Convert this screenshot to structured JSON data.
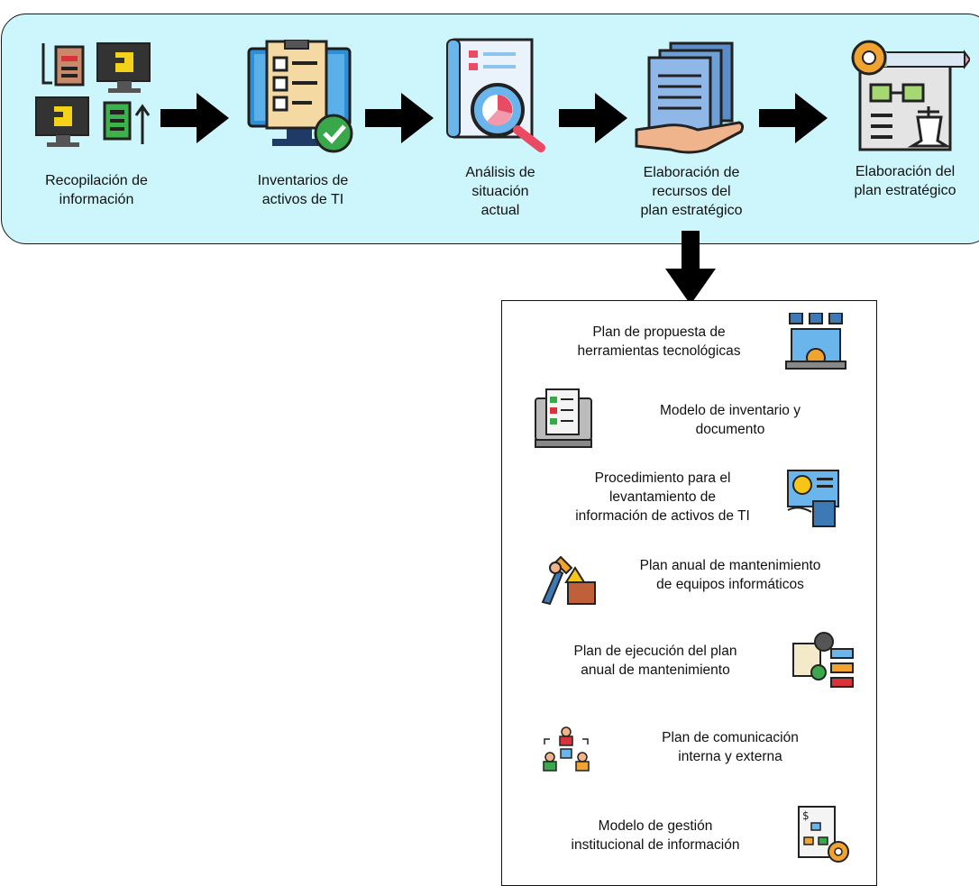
{
  "steps": [
    {
      "label_l1": "Recopilación de",
      "label_l2": "información",
      "icon": "computers-sync-icon"
    },
    {
      "label_l1": "Inventarios de",
      "label_l2": "activos de TI",
      "icon": "checklist-monitor-icon"
    },
    {
      "label_l1": "Análisis de",
      "label_l2": "situación",
      "label_l3": "actual",
      "icon": "report-magnifier-icon"
    },
    {
      "label_l1": "Elaboración de",
      "label_l2": "recursos del",
      "label_l3": "plan estratégico",
      "icon": "documents-hand-icon"
    },
    {
      "label_l1": "Elaboración del",
      "label_l2": "plan estratégico",
      "icon": "strategy-board-icon"
    }
  ],
  "resources": [
    {
      "l1": "Plan de propuesta de",
      "l2": "herramientas tecnológicas",
      "icon": "laptop-gear-icon"
    },
    {
      "l1": "Modelo de inventario y",
      "l2": "documento",
      "icon": "inventory-monitor-icon"
    },
    {
      "l1": "Procedimiento para el",
      "l2": "levantamiento de",
      "l3": "información de activos de TI",
      "icon": "info-document-icon"
    },
    {
      "l1": "Plan anual de mantenimiento",
      "l2": "de equipos informáticos",
      "icon": "maintenance-tools-icon"
    },
    {
      "l1": "Plan de ejecución del plan",
      "l2": "anual de mantenimiento",
      "icon": "execution-flow-icon"
    },
    {
      "l1": "Plan de comunicación",
      "l2": "interna y externa",
      "icon": "communication-people-icon"
    },
    {
      "l1": "Modelo de gestión",
      "l2": "institucional de información",
      "icon": "management-flowchart-icon"
    }
  ],
  "colors": {
    "band": "#ccf5fc",
    "arrow": "#000000",
    "accent_blue": "#4a90c8",
    "accent_yellow": "#f5c518"
  }
}
